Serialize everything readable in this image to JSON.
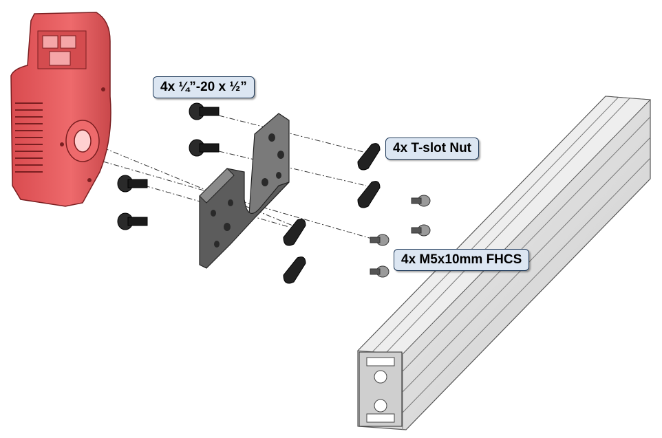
{
  "callouts": {
    "screws": "4x ¼”-20 x ½”",
    "tnut": "4x T-slot Nut",
    "fhcs": "4x M5x10mm FHCS"
  },
  "colors": {
    "gearbox": "#e8595c",
    "gearbox_dark": "#b8383c",
    "bracket": "#5c5c5c",
    "hardware": "#2a2a2a",
    "extrusion": "#d9d9d9",
    "callout_fill": "#dce6f2",
    "callout_border": "#1f3a5a"
  },
  "icons": {
    "gearbox": "gearbox-icon",
    "bracket": "mounting-bracket-icon",
    "extrusion": "aluminum-extrusion-icon"
  }
}
